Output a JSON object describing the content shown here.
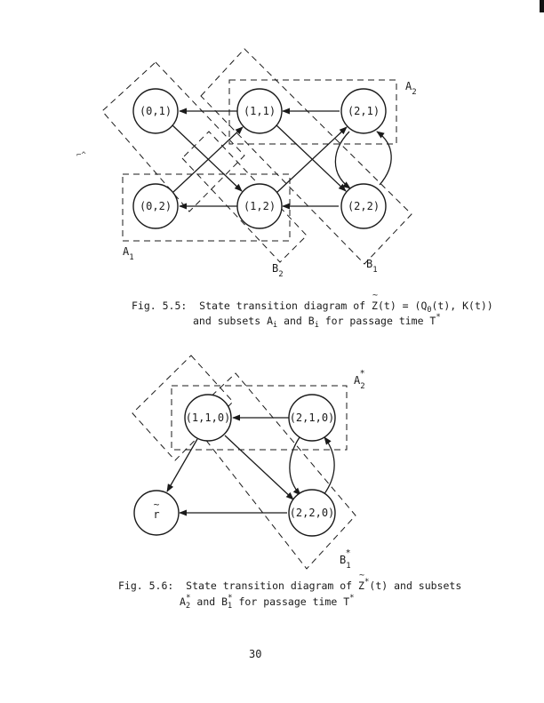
{
  "fig55": {
    "nodes": [
      "(0,1)",
      "(1,1)",
      "(2,1)",
      "(0,2)",
      "(1,2)",
      "(2,2)"
    ],
    "subset_labels": {
      "A2": "A",
      "A2_sub": "2",
      "A1": "A",
      "A1_sub": "1",
      "B2": "B",
      "B2_sub": "2",
      "B1": "B",
      "B1_sub": "1"
    },
    "caption": {
      "number": "Fig. 5.5:",
      "l1a": "State transition diagram of ",
      "z": "Z",
      "l1b": "(t) = (Q",
      "l1c": "0",
      "l1d": "(t), K(t))",
      "l2a": "and subsets A",
      "l2b": "i",
      "l2c": " and B",
      "l2d": "i",
      "l2e": " for passage time T",
      "star": "*"
    }
  },
  "fig56": {
    "nodes": [
      "(1,1,0)",
      "(2,1,0)",
      "r",
      "(2,2,0)"
    ],
    "subset_labels": {
      "A2": "A",
      "A2_sub": "2",
      "A2_star": "*",
      "B1": "B",
      "B1_sub": "1",
      "B1_star": "*"
    },
    "caption": {
      "number": "Fig. 5.6:",
      "l1a": "State transition diagram of ",
      "z": "Z",
      "l1b": "(t) and subsets",
      "l2a": "A",
      "l2b": "2",
      "l2c": " and B",
      "l2d": "1",
      "l2e": " for passage time T",
      "star": "*"
    }
  },
  "page_number": "30"
}
